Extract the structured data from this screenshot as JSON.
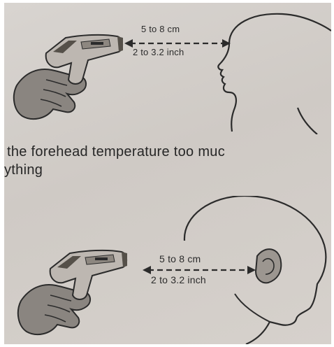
{
  "figures": [
    {
      "id": "forehead",
      "distance_cm": "5 to 8 cm",
      "distance_inch": "2 to 3.2 inch"
    },
    {
      "id": "ear",
      "distance_cm": "5 to 8 cm",
      "distance_inch": "2 to 3.2 inch"
    }
  ],
  "caption": {
    "line1": "the forehead temperature too muc",
    "line2": "ything"
  },
  "colors": {
    "paper": "#d2cdc8",
    "ink": "#2b2b2b",
    "device_body": "#bdb7b1",
    "device_dark": "#555049",
    "hand": "#8f8b86"
  },
  "icons": [
    "infrared-thermometer-icon",
    "hand-icon",
    "head-profile-icon",
    "ear-icon"
  ]
}
